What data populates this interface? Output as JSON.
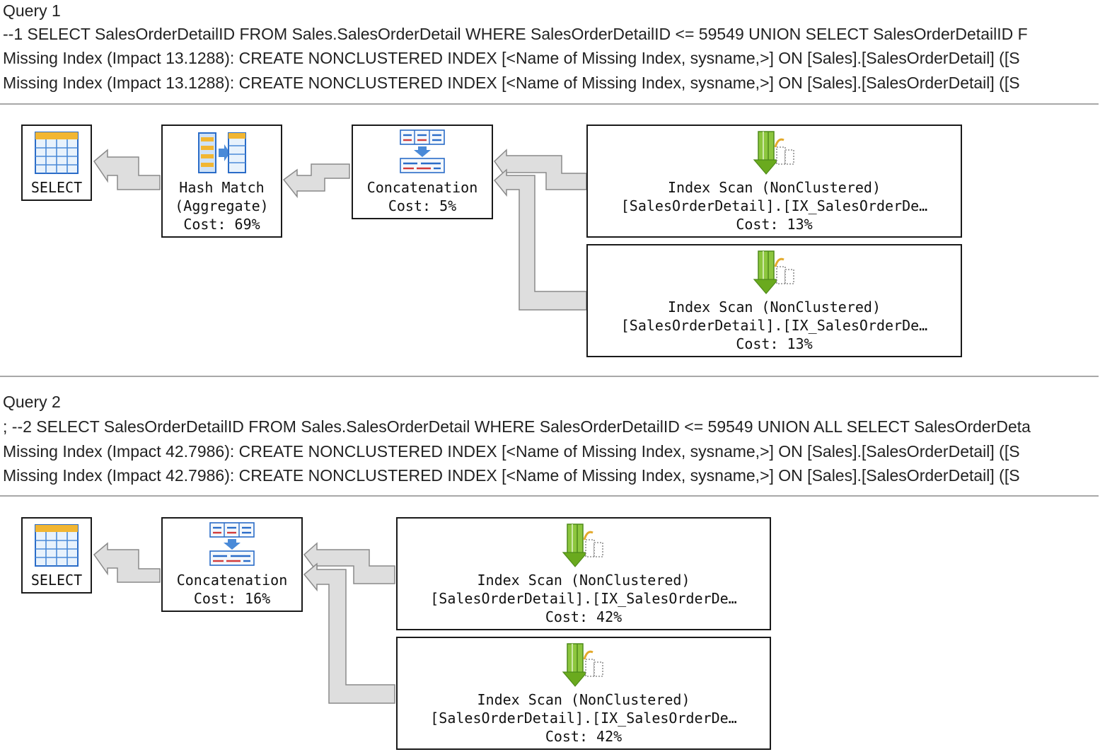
{
  "query1": {
    "title": "Query 1",
    "sql": "--1 SELECT SalesOrderDetailID FROM Sales.SalesOrderDetail WHERE SalesOrderDetailID <= 59549 UNION SELECT SalesOrderDetailID F",
    "missing_index_1": "Missing Index (Impact 13.1288): CREATE NONCLUSTERED INDEX [<Name of Missing Index, sysname,>] ON [Sales].[SalesOrderDetail] ([S",
    "missing_index_2": "Missing Index (Impact 13.1288): CREATE NONCLUSTERED INDEX [<Name of Missing Index, sysname,>] ON [Sales].[SalesOrderDetail] ([S",
    "ops": {
      "select": {
        "label": "SELECT",
        "icon": "select-table-icon"
      },
      "hash_match": {
        "label": "Hash Match",
        "sub": "(Aggregate)",
        "cost": "Cost: 69%",
        "icon": "hash-match-icon"
      },
      "concat": {
        "label": "Concatenation",
        "cost": "Cost: 5%",
        "icon": "concatenation-icon"
      },
      "scan1": {
        "label": "Index Scan (NonClustered)",
        "object": "[SalesOrderDetail].[IX_SalesOrderDe…",
        "cost": "Cost: 13%",
        "icon": "index-scan-icon"
      },
      "scan2": {
        "label": "Index Scan (NonClustered)",
        "object": "[SalesOrderDetail].[IX_SalesOrderDe…",
        "cost": "Cost: 13%",
        "icon": "index-scan-icon"
      }
    }
  },
  "query2": {
    "title": "Query 2",
    "sql": "; --2 SELECT SalesOrderDetailID FROM Sales.SalesOrderDetail WHERE SalesOrderDetailID <= 59549 UNION ALL SELECT SalesOrderDeta",
    "missing_index_1": "Missing Index (Impact 42.7986): CREATE NONCLUSTERED INDEX [<Name of Missing Index, sysname,>] ON [Sales].[SalesOrderDetail] ([S",
    "missing_index_2": "Missing Index (Impact 42.7986): CREATE NONCLUSTERED INDEX [<Name of Missing Index, sysname,>] ON [Sales].[SalesOrderDetail] ([S",
    "ops": {
      "select": {
        "label": "SELECT",
        "icon": "select-table-icon"
      },
      "concat": {
        "label": "Concatenation",
        "cost": "Cost: 16%",
        "icon": "concatenation-icon"
      },
      "scan1": {
        "label": "Index Scan (NonClustered)",
        "object": "[SalesOrderDetail].[IX_SalesOrderDe…",
        "cost": "Cost: 42%",
        "icon": "index-scan-icon"
      },
      "scan2": {
        "label": "Index Scan (NonClustered)",
        "object": "[SalesOrderDetail].[IX_SalesOrderDe…",
        "cost": "Cost: 42%",
        "icon": "index-scan-icon"
      }
    }
  },
  "colors": {
    "border": "#1a1a1a",
    "arrow_fill": "#dedede",
    "arrow_stroke": "#8a8a8a",
    "separator": "#a8a8a8",
    "scan_green": "#6aaa1e"
  }
}
